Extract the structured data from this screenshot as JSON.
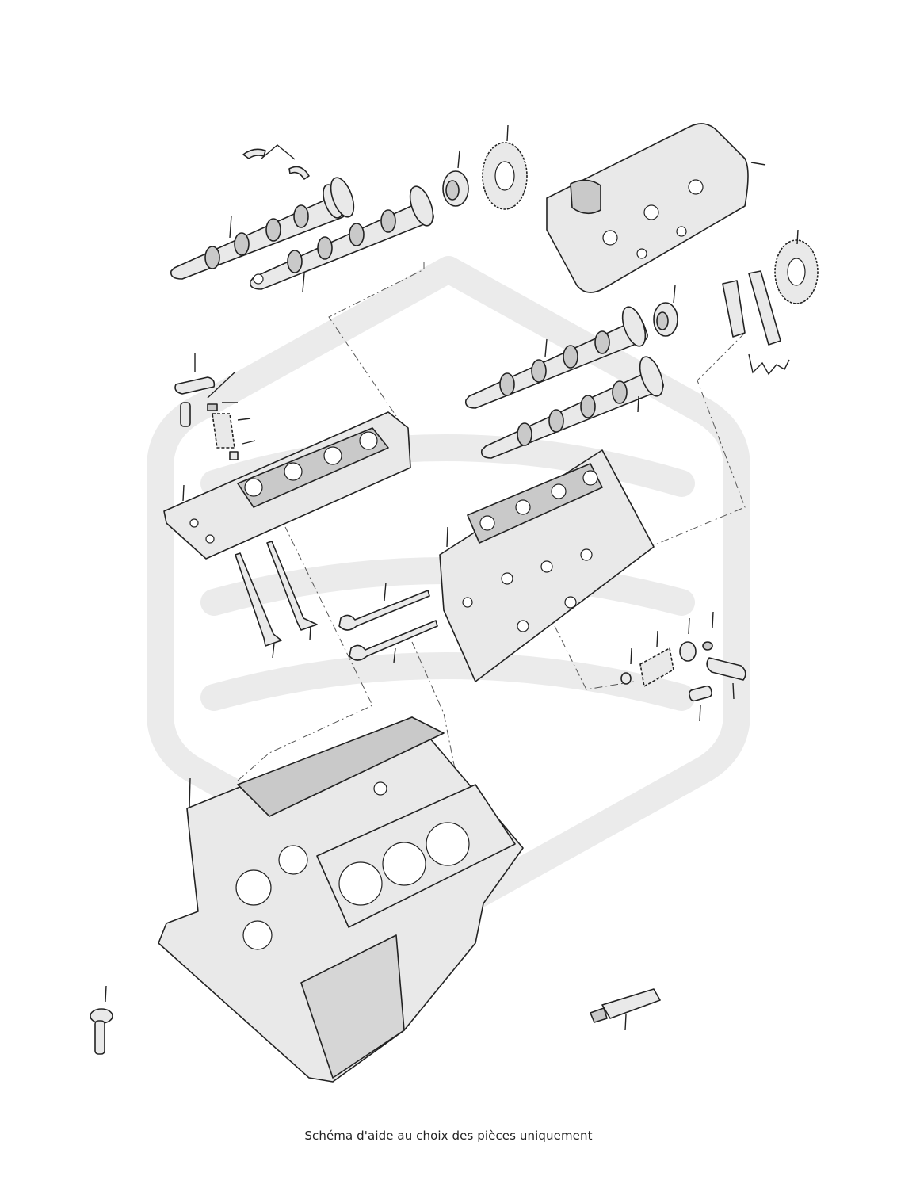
{
  "caption": "Schéma d'aide au choix des pièces uniquement",
  "colors": {
    "background": "#ffffff",
    "line": "#222222",
    "watermark": "#ebebeb",
    "part_fill": "#e9e9e9"
  },
  "parts": [
    {
      "id": "camshaft-upper-left-1",
      "icon": "camshaft-icon"
    },
    {
      "id": "camshaft-upper-left-2",
      "icon": "camshaft-icon"
    },
    {
      "id": "thrust-half-rings",
      "icon": "half-ring-icon"
    },
    {
      "id": "sprocket-hub-upper",
      "icon": "sprocket-hub-icon"
    },
    {
      "id": "sprocket-upper",
      "icon": "sprocket-icon"
    },
    {
      "id": "valve-cover",
      "icon": "valve-cover-icon"
    },
    {
      "id": "camshaft-right-1",
      "icon": "camshaft-icon"
    },
    {
      "id": "camshaft-right-2",
      "icon": "camshaft-icon"
    },
    {
      "id": "sprocket-right",
      "icon": "sprocket-icon"
    },
    {
      "id": "sprocket-hub-right",
      "icon": "sprocket-hub-icon"
    },
    {
      "id": "bearing-caps",
      "icon": "bearing-cap-icon"
    },
    {
      "id": "rocker-arm-left",
      "icon": "rocker-arm-icon"
    },
    {
      "id": "valve-springs-left",
      "icon": "valve-spring-icon"
    },
    {
      "id": "cylinder-head-left",
      "icon": "cylinder-head-icon"
    },
    {
      "id": "cylinder-head-right",
      "icon": "cylinder-head-icon"
    },
    {
      "id": "valves-left",
      "icon": "valve-icon"
    },
    {
      "id": "valves-right",
      "icon": "valve-icon"
    },
    {
      "id": "valve-springs-right",
      "icon": "valve-spring-icon"
    },
    {
      "id": "rocker-arm-right",
      "icon": "rocker-arm-icon"
    },
    {
      "id": "engine-block",
      "icon": "engine-block-icon"
    },
    {
      "id": "bolt",
      "icon": "bolt-icon"
    },
    {
      "id": "sealant-tube",
      "icon": "sealant-tube-icon"
    }
  ]
}
